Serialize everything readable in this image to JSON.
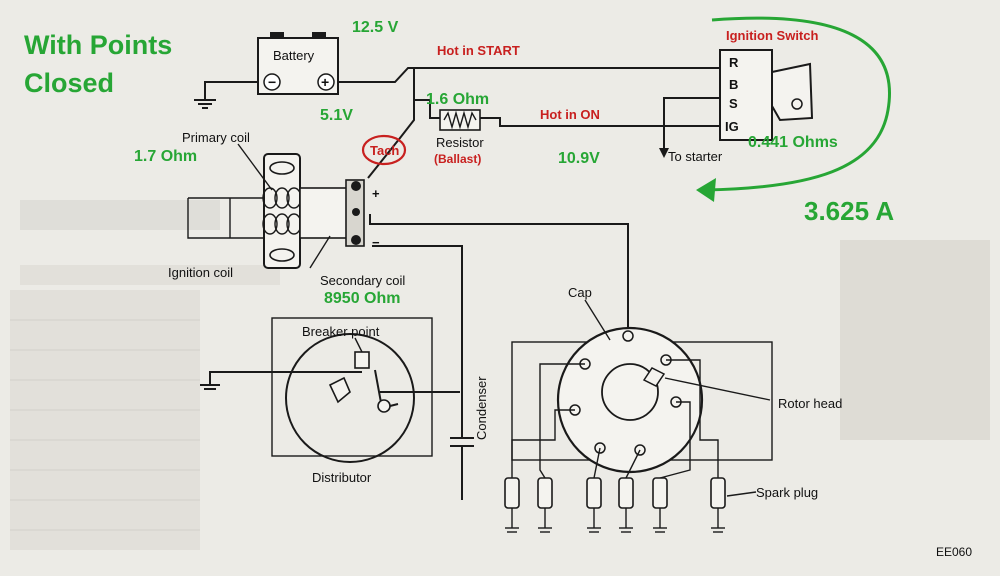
{
  "title": "With Points Closed",
  "title_lines": [
    "With Points",
    "Closed"
  ],
  "labels": {
    "battery": "Battery",
    "battery_minus": "−",
    "battery_plus": "+",
    "primary_coil": "Primary coil",
    "ignition_coil": "Ignition coil",
    "secondary_coil": "Secondary coil",
    "coil_plus": "+",
    "coil_minus": "−",
    "tach": "Tach",
    "resistor": "Resistor",
    "ballast": "(Ballast)",
    "hot_in_start": "Hot in START",
    "hot_in_on": "Hot in ON",
    "ignition_switch": "Ignition Switch",
    "switch_terminals": [
      "R",
      "B",
      "S",
      "IG"
    ],
    "to_starter": "To starter",
    "cap": "Cap",
    "rotor_head": "Rotor head",
    "breaker_point": "Breaker point",
    "condenser": "Condenser",
    "distributor": "Distributor",
    "spark_plug": "Spark plug",
    "figure_code": "EE060"
  },
  "measurements": {
    "battery_voltage": "12.5 V",
    "tach_voltage": "5.1V",
    "resistor_ohms": "1.6 Ohm",
    "switch_voltage": "10.9V",
    "switch_ohms": "0.441 Ohms",
    "primary_ohms": "1.7 Ohm",
    "secondary_ohms": "8950 Ohm",
    "current": "3.625 A"
  },
  "colors": {
    "annotation_green": "#27a635",
    "annotation_red": "#c8201f",
    "line": "#1a1a1a",
    "background": "#ecebe6"
  }
}
